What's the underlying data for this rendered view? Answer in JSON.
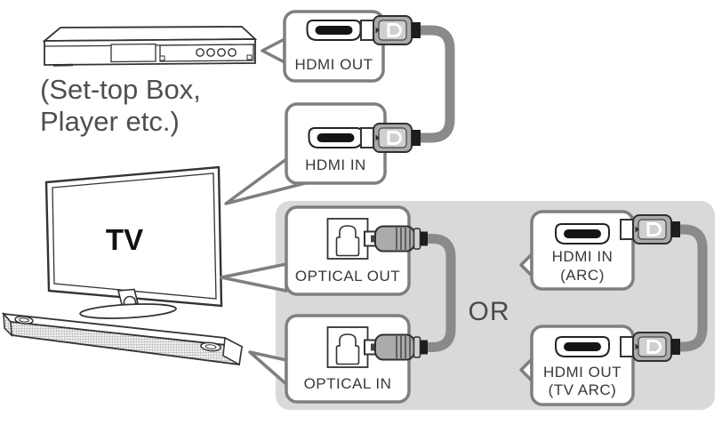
{
  "figure": {
    "source_device_caption": [
      "(Set-top Box,",
      "Player etc.)"
    ],
    "tv_label": "TV",
    "or_label": "OR",
    "ports": {
      "source_hdmi_out": "HDMI OUT",
      "tv_hdmi_in": "HDMI IN",
      "tv_optical_out": "OPTICAL OUT",
      "soundbar_optical_in": "OPTICAL IN",
      "tv_hdmi_in_arc": [
        "HDMI IN",
        "(ARC)"
      ],
      "soundbar_hdmi_out_tv_arc": [
        "HDMI OUT",
        "(TV ARC)"
      ]
    },
    "icons": {
      "hdmi_port": "hdmi-port-icon",
      "optical_port": "optical-port-icon",
      "hdmi_plug": "hdmi-plug-icon",
      "optical_plug": "optical-plug-icon"
    },
    "colors": {
      "panel_background": "#d9d9d9",
      "callout_border": "#7f7f7f",
      "cable": "#8a8a8a",
      "line_art": "#333333",
      "label_text": "#383838",
      "caption_text": "#4f4f4f"
    }
  }
}
